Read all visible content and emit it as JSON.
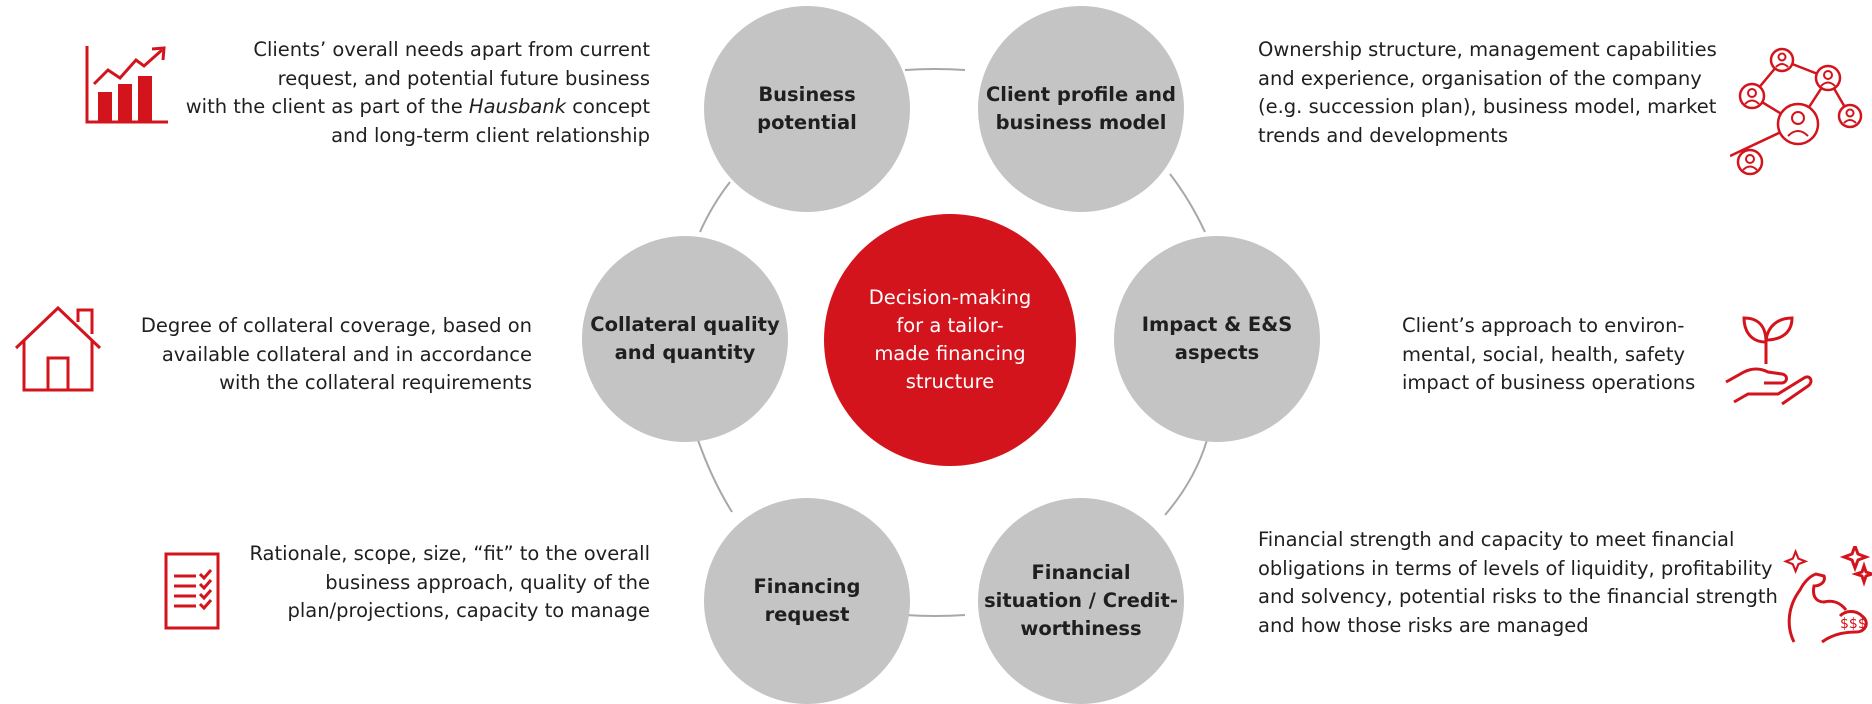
{
  "diagram": {
    "center_label": "Decision-making\nfor a tailor-\nmade financing\nstructure",
    "nodes": [
      {
        "id": "business-potential",
        "label": "Business\npotential"
      },
      {
        "id": "client-profile",
        "label": "Client profile and\nbusiness model"
      },
      {
        "id": "impact-es",
        "label": "Impact & E&S\naspects"
      },
      {
        "id": "financial-situation",
        "label": "Financial\nsituation / Credit-\nworthiness"
      },
      {
        "id": "financing-request",
        "label": "Financing\nrequest"
      },
      {
        "id": "collateral",
        "label": "Collateral quality\nand quantity"
      }
    ],
    "descriptions": {
      "business_potential": {
        "before": "Clients’ overall needs apart from current\nrequest, and potential future business\nwith the client as part of the ",
        "emphasis": "Hausbank",
        "after": " concept\nand long-term client relationship"
      },
      "client_profile": "Ownership structure, management capabilities\nand experience, organisation of the company\n(e.g. succession plan), business model, market\ntrends and developments",
      "impact_es": "Client’s approach to environ-\nmental, social, health, safety\nimpact of business operations",
      "financial_situation": "Financial strength and capacity to meet financial\nobligations in terms of levels of liquidity, profitability\nand solvency, potential risks to the financial strength\nand how those risks are managed",
      "financing_request": "Rationale, scope, size, “fit” to the overall\nbusiness approach, quality of the\nplan/projections, capacity to manage",
      "collateral": "Degree of collateral coverage, based on\navailable collateral and in accordance\nwith the collateral requirements"
    },
    "icons": {
      "business_potential": "growth-chart-icon",
      "client_profile": "network-people-icon",
      "impact_es": "plant-in-hand-icon",
      "financial_situation": "strength-money-icon",
      "financing_request": "checklist-icon",
      "collateral": "house-icon",
      "money_text": "$$$"
    },
    "colors": {
      "accent": "#d4141c",
      "node": "#c4c4c4",
      "connector": "#a8a8a8",
      "text": "#1f1f1f"
    }
  }
}
